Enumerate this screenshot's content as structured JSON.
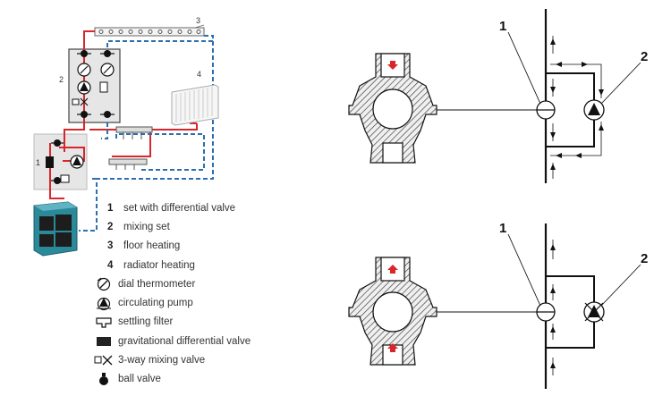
{
  "callouts": {
    "system": [
      "1",
      "2",
      "3",
      "4"
    ],
    "detail_top": [
      "1",
      "2"
    ],
    "detail_bottom": [
      "1",
      "2"
    ]
  },
  "legend": {
    "numbered": [
      {
        "num": "1",
        "label": "set with differential valve"
      },
      {
        "num": "2",
        "label": "mixing set"
      },
      {
        "num": "3",
        "label": "floor heating"
      },
      {
        "num": "4",
        "label": "radiator heating"
      }
    ],
    "symbols": [
      {
        "icon": "dial-thermometer-icon",
        "label": "dial thermometer"
      },
      {
        "icon": "circulating-pump-icon",
        "label": "circulating pump"
      },
      {
        "icon": "settling-filter-icon",
        "label": "settling filter"
      },
      {
        "icon": "gravitational-valve-icon",
        "label": "gravitational differential valve"
      },
      {
        "icon": "mixing-valve-icon",
        "label": "3-way  mixing valve"
      },
      {
        "icon": "ball-valve-icon",
        "label": "ball valve"
      }
    ]
  },
  "colors": {
    "supply": "#d9262b",
    "return": "#2b6fb0",
    "boiler": "#2a8a9a",
    "line": "#111111",
    "module_bg": "#e6e6e6"
  }
}
